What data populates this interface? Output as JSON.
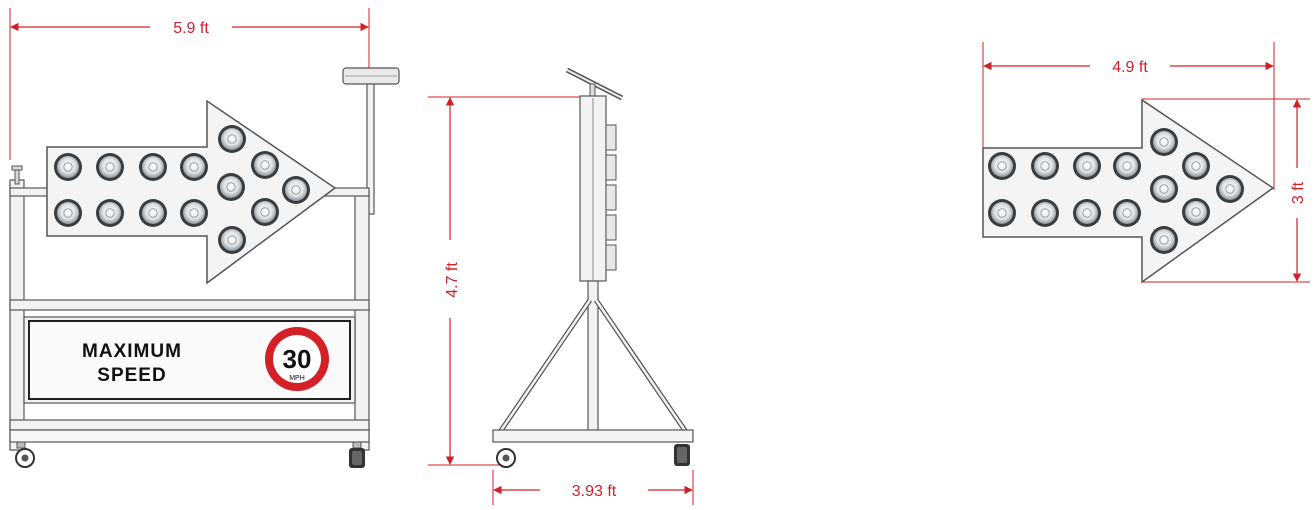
{
  "dimensions": {
    "front_width": "5.9 ft",
    "side_height": "4.7 ft",
    "side_depth": "3.93 ft",
    "arrow_width": "4.9 ft",
    "arrow_height": "3 ft"
  },
  "speed_sign": {
    "line1": "MAXIMUM",
    "line2": "SPEED",
    "limit": "30",
    "unit": "MPH"
  },
  "colors": {
    "dimension": "#d0202a",
    "outline": "#555555",
    "panel_fill": "#f4f4f4",
    "ring_red": "#d42027"
  },
  "lamp_icon": "led-lamp-icon",
  "wheel_icon": "caster-wheel-icon"
}
